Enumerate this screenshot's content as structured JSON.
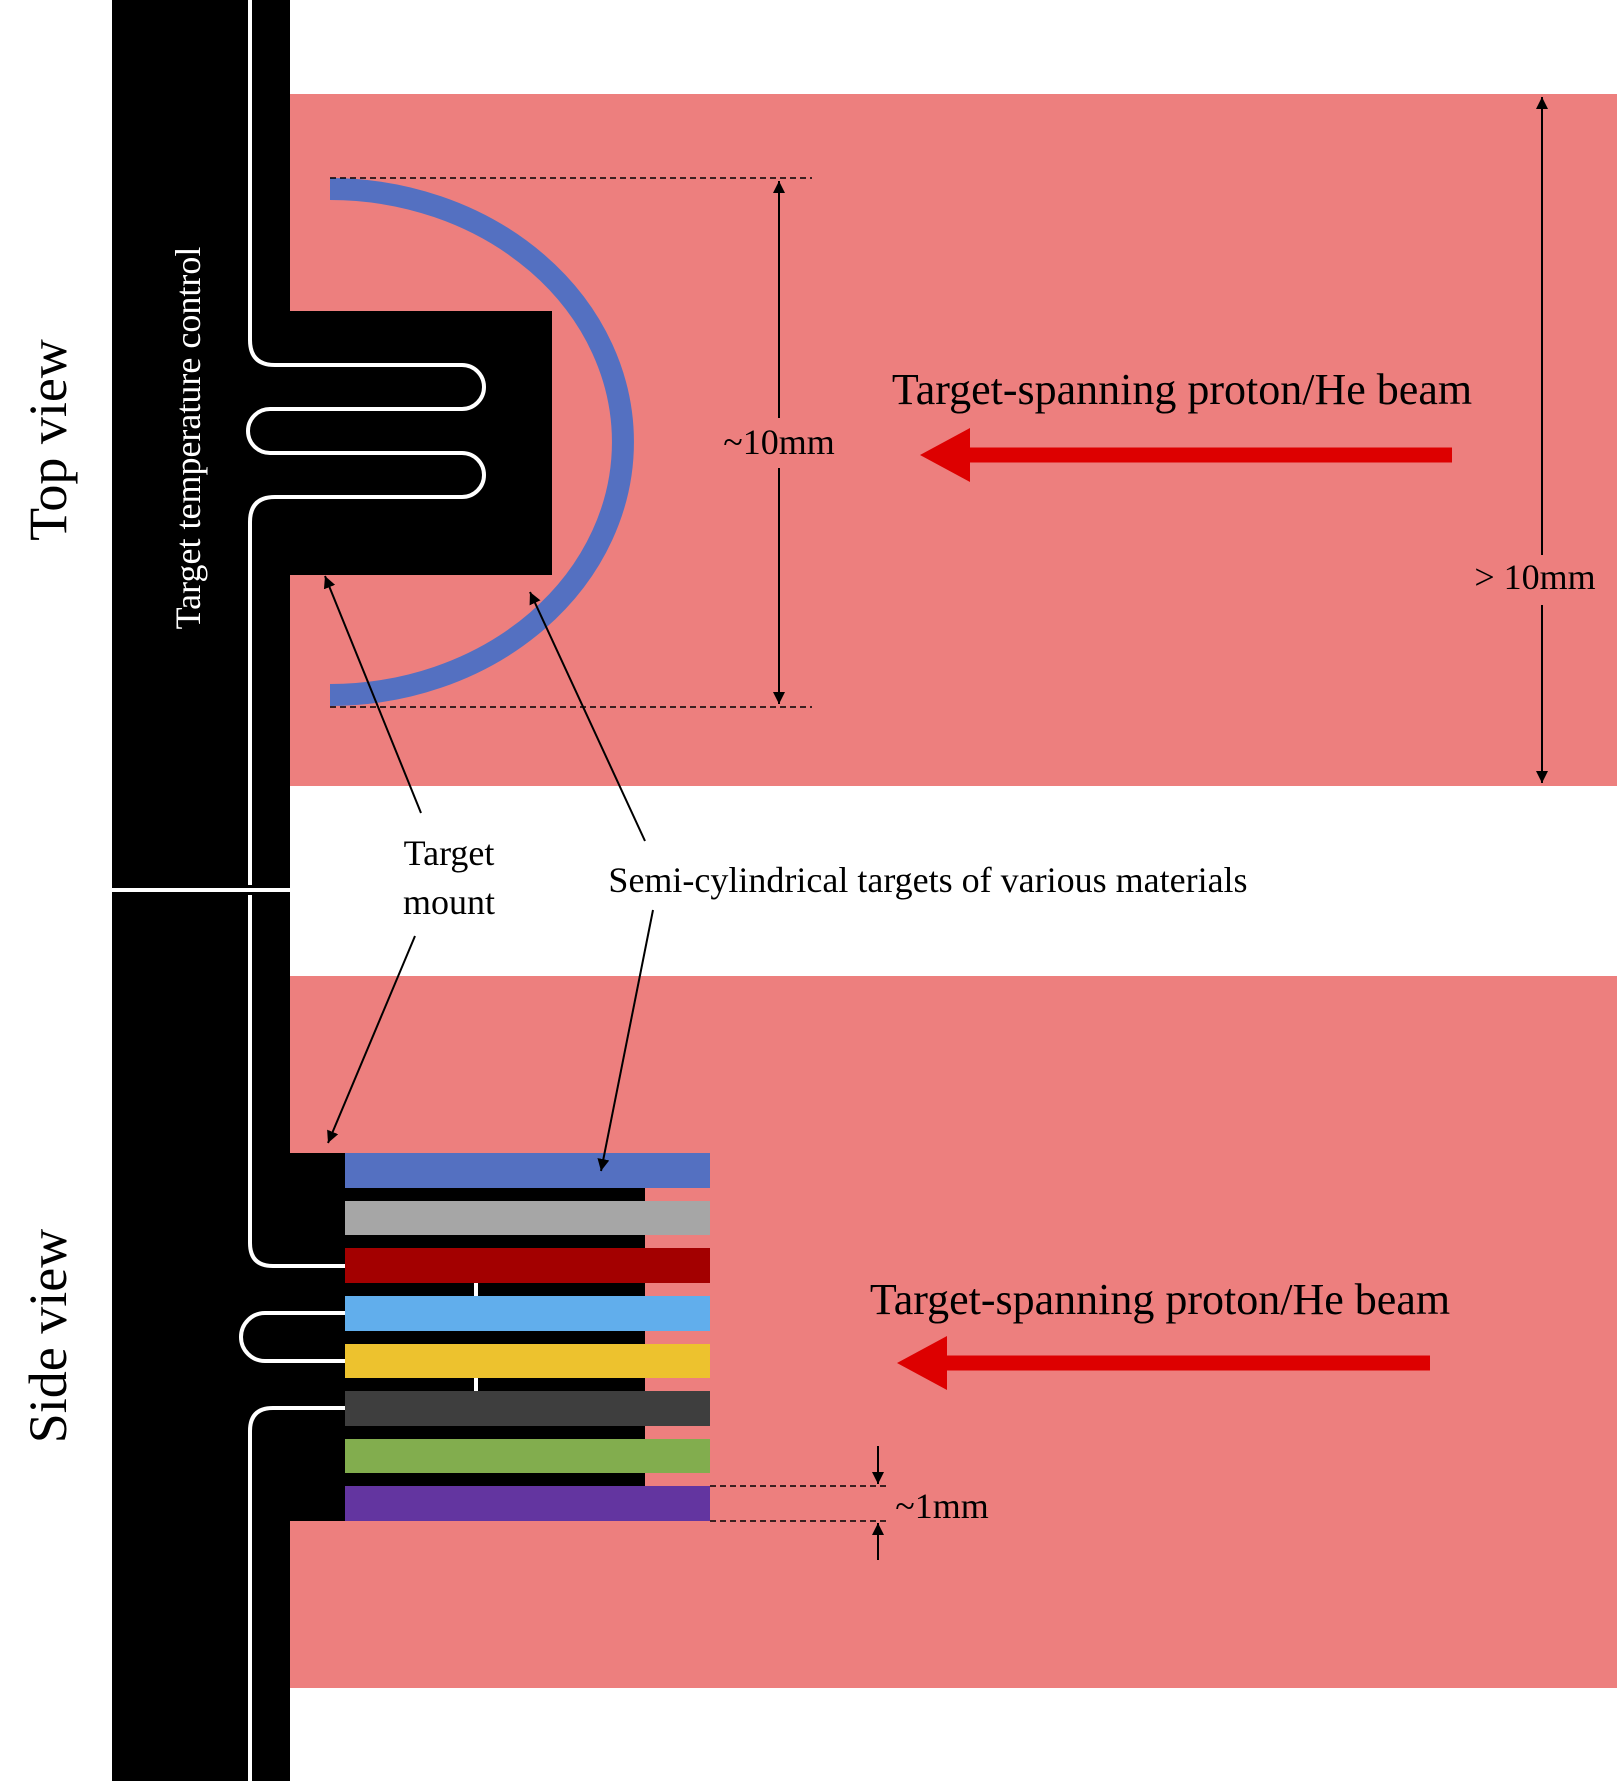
{
  "labels": {
    "top_view": "Top view",
    "side_view": "Side view",
    "temperature_control": "Target temperature control",
    "beam_top": "Target-spanning proton/He beam",
    "beam_side": "Target-spanning proton/He beam",
    "target_diameter": "~10mm",
    "beam_width": "> 10mm",
    "target_spacing": "~1mm",
    "target_mount_line1": "Target",
    "target_mount_line2": "mount",
    "semi_cylindrical_targets": "Semi-cylindrical targets of various materials"
  },
  "colors": {
    "beam_region": "#ED7F7E",
    "beam_arrow": "#DD0000",
    "holder": "#000000",
    "coolant_channel": "#FFFFFF",
    "target_top_view": "#5470C1",
    "target_stack": [
      "#5470C1",
      "#A6A6A6",
      "#A30000",
      "#61AEEC",
      "#EDC22E",
      "#3E3E3E",
      "#82AD4E",
      "#6335A0"
    ]
  }
}
